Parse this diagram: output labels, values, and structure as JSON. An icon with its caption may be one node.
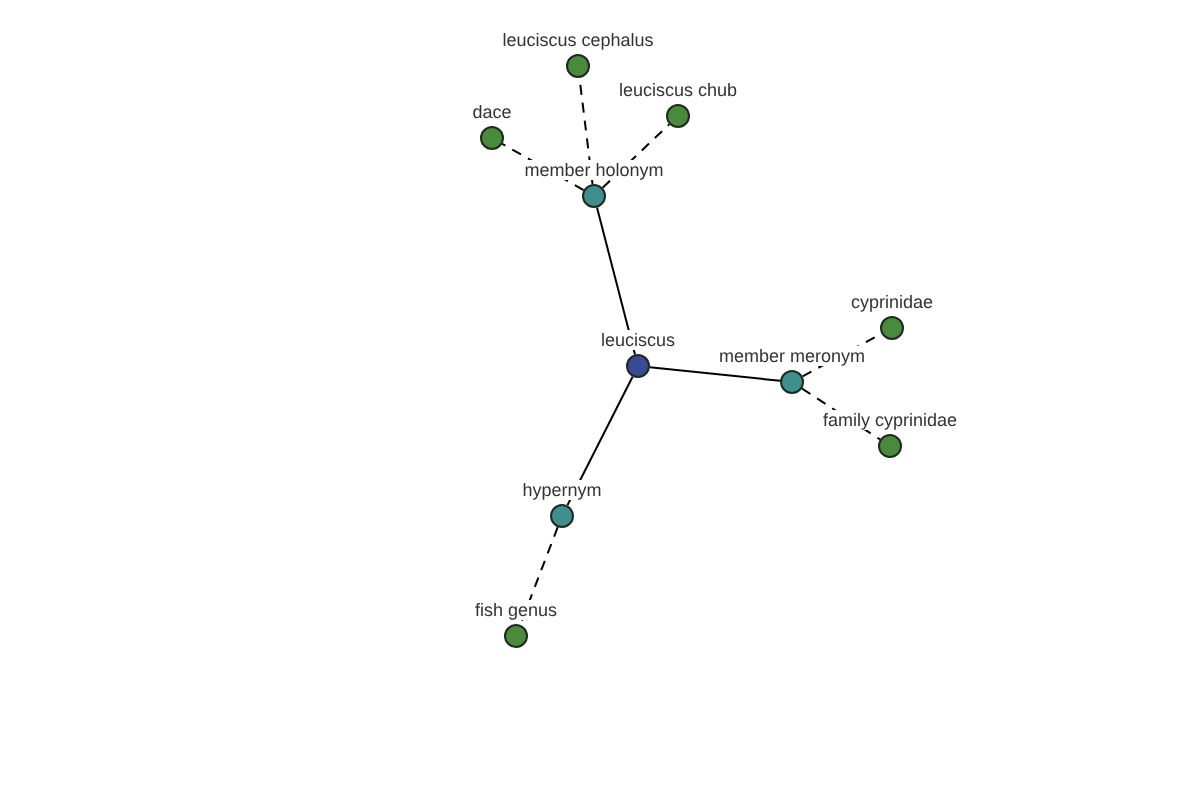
{
  "diagram": {
    "nodes": [
      {
        "text": [
          "leuciscus"
        ]
      },
      {
        "text": [
          "leuciscus cephalus"
        ]
      },
      {
        "text": [
          "dace"
        ]
      },
      {
        "text": [
          "leuciscus chub"
        ]
      },
      {
        "text": [
          "member holonym"
        ]
      },
      {
        "text": [
          "cyprinidae"
        ]
      },
      {
        "text": [
          "member meronym"
        ]
      },
      {
        "text": [
          "family cyprinidae"
        ]
      },
      {
        "text": [
          "hypernym"
        ]
      },
      {
        "text": [
          "fish genus"
        ]
      }
    ],
    "edges": [
      {
        "from": 0,
        "to": 4,
        "arrow": "none"
      },
      {
        "from": 0,
        "to": 6,
        "arrow": "none"
      },
      {
        "from": 0,
        "to": 8,
        "arrow": "none"
      },
      {
        "from": 4,
        "to": 1,
        "arrow": "none",
        "style": "dashed"
      },
      {
        "from": 4,
        "to": 3,
        "arrow": "none",
        "style": "dashed"
      },
      {
        "from": 4,
        "to": 2,
        "arrow": "none",
        "style": "dashed"
      },
      {
        "from": 6,
        "to": 5,
        "arrow": "none",
        "style": "dashed"
      },
      {
        "from": 6,
        "to": 7,
        "arrow": "none",
        "style": "dashed"
      },
      {
        "from": 8,
        "to": 9,
        "arrow": "none",
        "style": "dashed"
      }
    ]
  }
}
